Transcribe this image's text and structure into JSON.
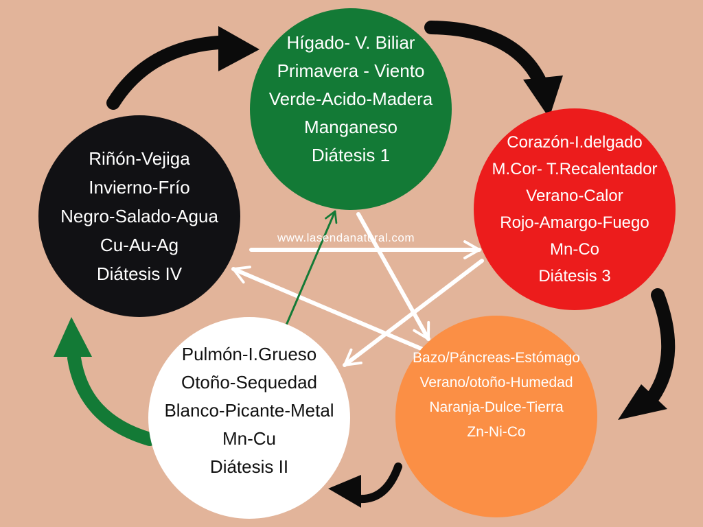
{
  "colors": {
    "background": "#e2b49a",
    "wood": "#137a36",
    "fire": "#ec1c1c",
    "earth": "#fb8f45",
    "metal": "#ffffff",
    "water": "#111114",
    "generation_arrow": "#0b0b0b",
    "generation_arrow_green": "#137a36",
    "control_arrow": "#ffffff",
    "control_arrow_green": "#137a36",
    "light_text": "#ffffff",
    "dark_text": "#111111",
    "website_text": "#ffffff"
  },
  "website": "www.lasendanatural.com",
  "elements": {
    "wood": {
      "lines": [
        "Hígado- V. Biliar",
        "Primavera - Viento",
        "Verde-Acido-Madera",
        "Manganeso",
        "Diátesis 1"
      ]
    },
    "fire": {
      "lines": [
        "Corazón-I.delgado",
        "M.Cor- T.Recalentador",
        "Verano-Calor",
        "Rojo-Amargo-Fuego",
        "Mn-Co",
        "Diátesis 3"
      ]
    },
    "earth": {
      "lines": [
        "Bazo/Páncreas-Estómago",
        "Verano/otoño-Humedad",
        "Naranja-Dulce-Tierra",
        "Zn-Ni-Co"
      ]
    },
    "metal": {
      "lines": [
        "Pulmón-I.Grueso",
        "Otoño-Sequedad",
        "Blanco-Picante-Metal",
        "Mn-Cu",
        "Diátesis II"
      ]
    },
    "water": {
      "lines": [
        "Riñón-Vejiga",
        "Invierno-Frío",
        "Negro-Salado-Agua",
        "Cu-Au-Ag",
        "Diátesis IV"
      ]
    }
  }
}
